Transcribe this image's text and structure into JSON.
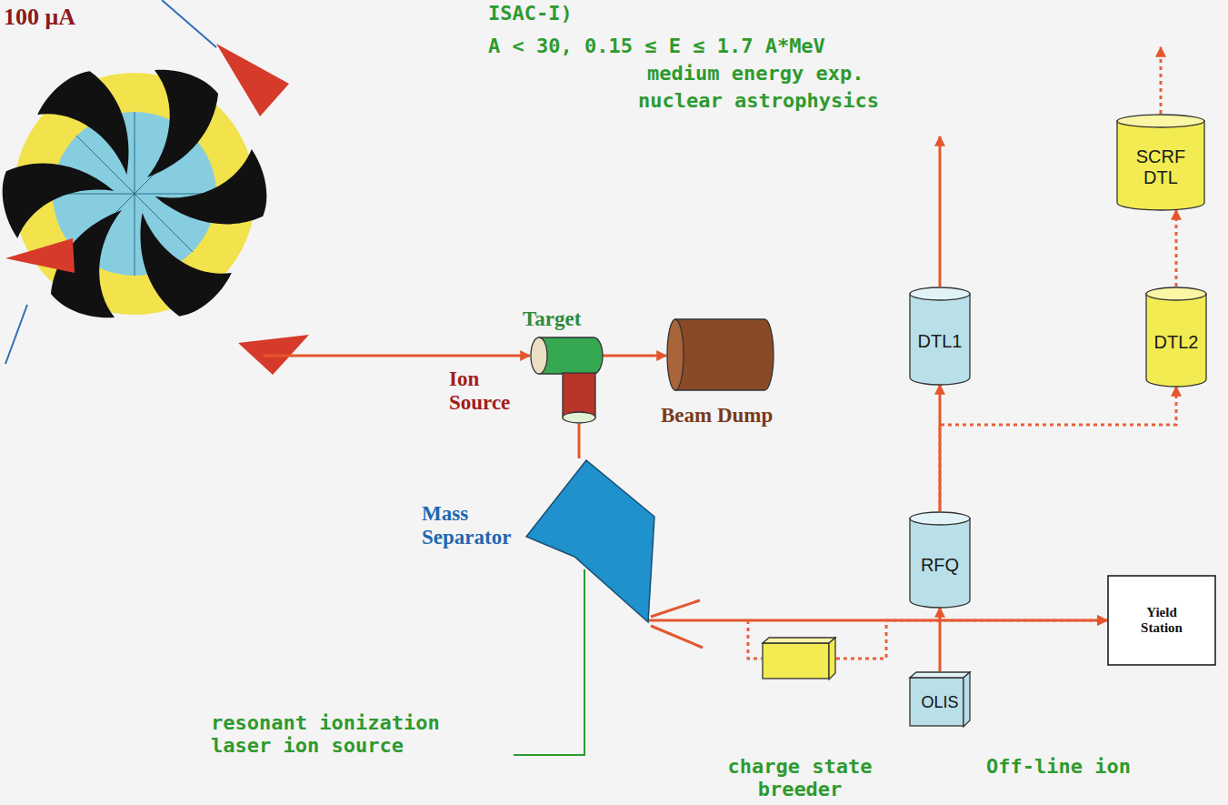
{
  "diagram": {
    "nodes": [
      {
        "text": [
          "SCRF DTL"
        ]
      },
      {
        "text": [
          "DTL1"
        ]
      },
      {
        "text": [
          "DTL2"
        ]
      },
      {
        "text": [
          "Target"
        ]
      },
      {
        "text": [
          "Beam Dump"
        ]
      },
      {
        "text": [
          "Ion Source"
        ]
      },
      {
        "text": [
          "RFQ"
        ]
      },
      {
        "text": [
          "Mass Separator"
        ]
      },
      {
        "text": [
          "Yield Station"
        ]
      },
      {
        "text": [
          "OLIS"
        ]
      },
      {
        "text": [
          "charge state breeder"
        ]
      }
    ],
    "edges": [
      {
        "from": 3,
        "to": 4,
        "arrow": "to"
      },
      {
        "from": 5,
        "to": 7,
        "arrow": "none"
      },
      {
        "from": 7,
        "to": 8,
        "arrow": "to"
      },
      {
        "from": 7,
        "to": 10,
        "arrow": "none"
      },
      {
        "from": 10,
        "to": 8,
        "arrow": "to"
      },
      {
        "from": 9,
        "to": 6,
        "arrow": "to"
      },
      {
        "from": 6,
        "to": 1,
        "arrow": "to"
      },
      {
        "from": 6,
        "to": 2,
        "arrow": "to"
      },
      {
        "from": 2,
        "to": 0,
        "arrow": "to"
      }
    ],
    "labels": [
      "100 μA",
      "ISAC-I)",
      "A < 30, 0.15 ≤ E ≤ 1.7 A*MeV",
      "medium energy exp.",
      "nuclear astrophysics",
      "resonant ionization laser ion source",
      "Off-line ion"
    ]
  }
}
